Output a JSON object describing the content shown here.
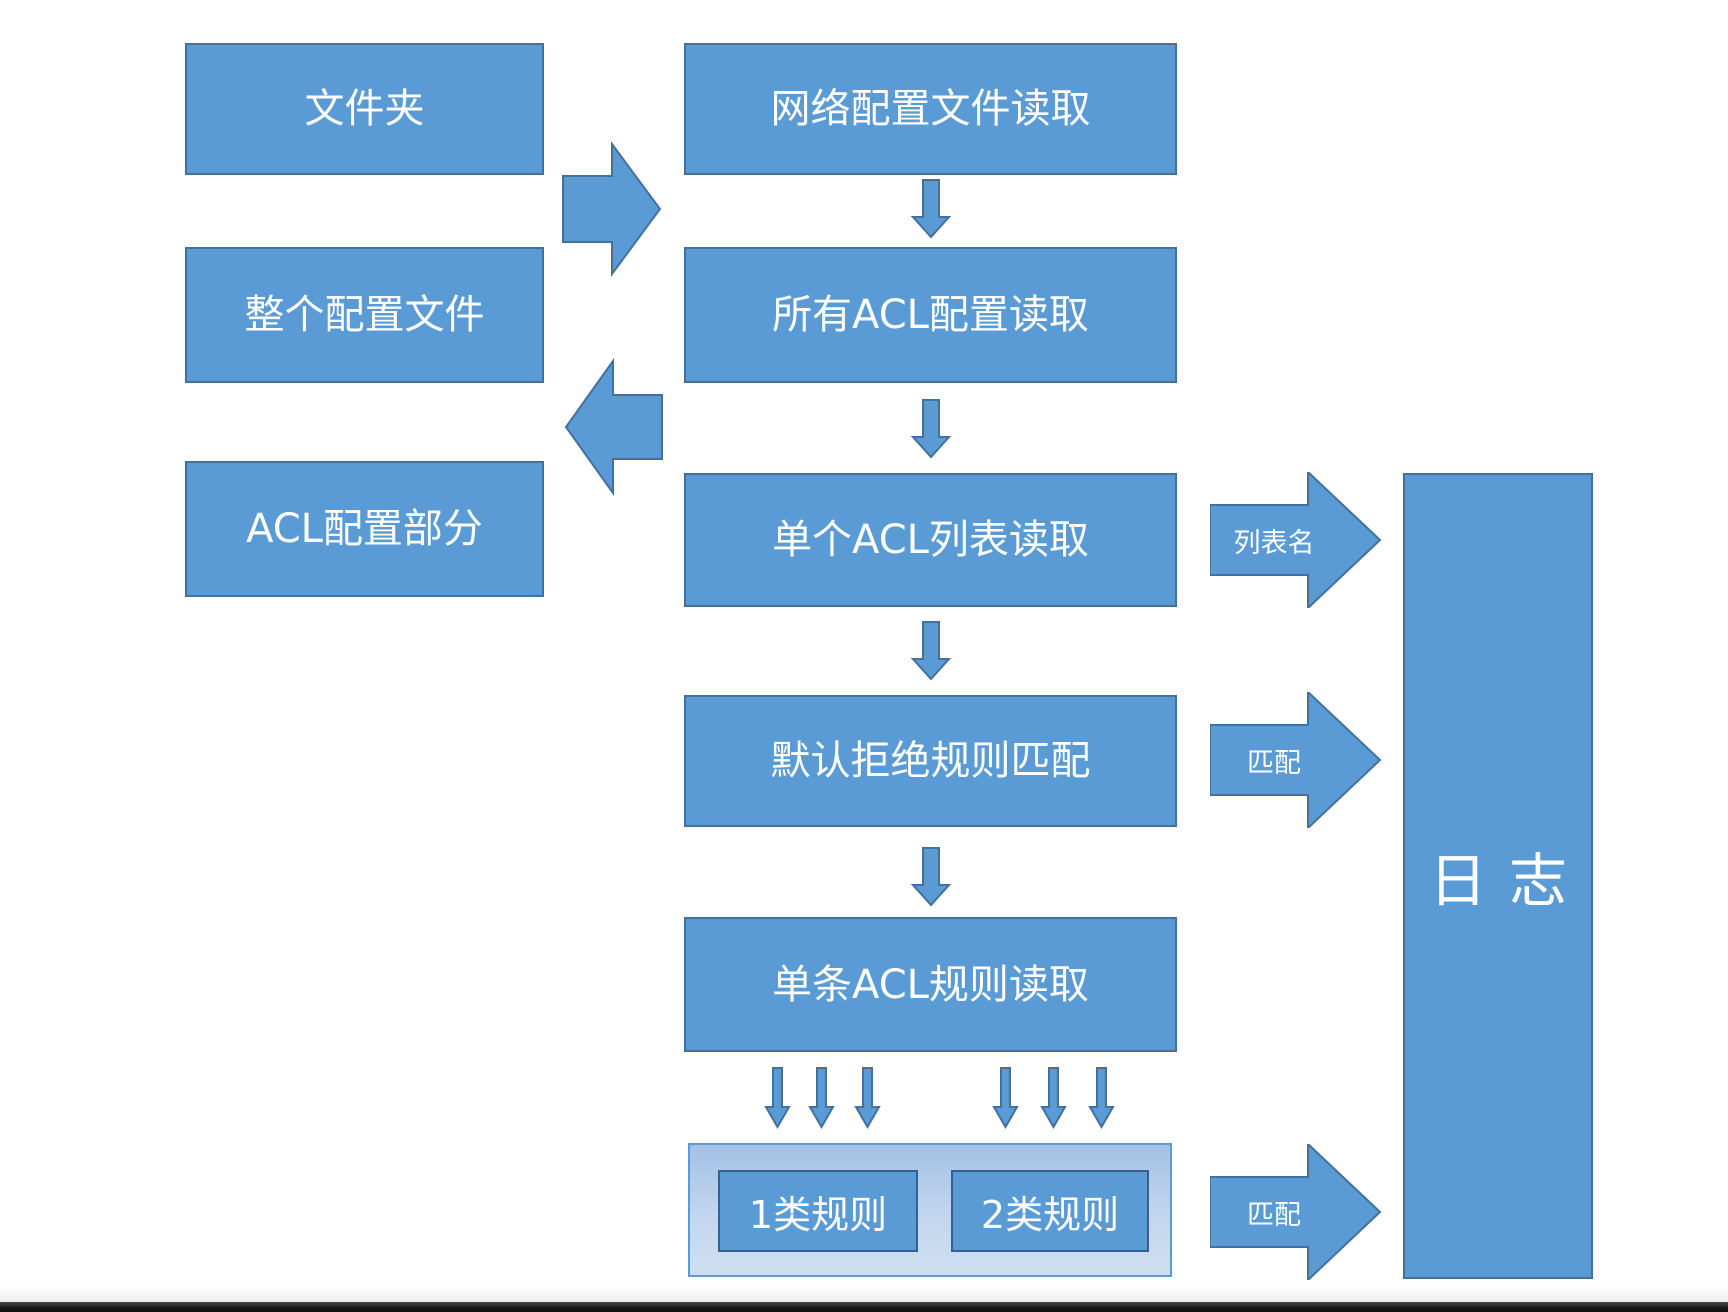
{
  "diagram": {
    "left_column": {
      "boxes": [
        {
          "label": "文件夹"
        },
        {
          "label": "整个配置文件"
        },
        {
          "label": "ACL配置部分"
        }
      ]
    },
    "process_column": {
      "boxes": [
        {
          "label": "网络配置文件读取"
        },
        {
          "label": "所有ACL配置读取"
        },
        {
          "label": "单个ACL列表读取"
        },
        {
          "label": "默认拒绝规则匹配"
        },
        {
          "label": "单条ACL规则读取"
        }
      ]
    },
    "rule_group": {
      "boxes": [
        {
          "label": "1类规则"
        },
        {
          "label": "2类规则"
        }
      ]
    },
    "log": {
      "label": "日志"
    },
    "arrow_labels": {
      "list_name": "列表名",
      "match_mid": "匹配",
      "match_bottom": "匹配"
    },
    "colors": {
      "shape_fill": "#5b9bd5",
      "shape_border": "#41719c",
      "group_fill_top": "#a3c1e5",
      "group_fill_bottom": "#cfdff2",
      "text": "#ffffff",
      "footer_bar": "#181818"
    }
  }
}
